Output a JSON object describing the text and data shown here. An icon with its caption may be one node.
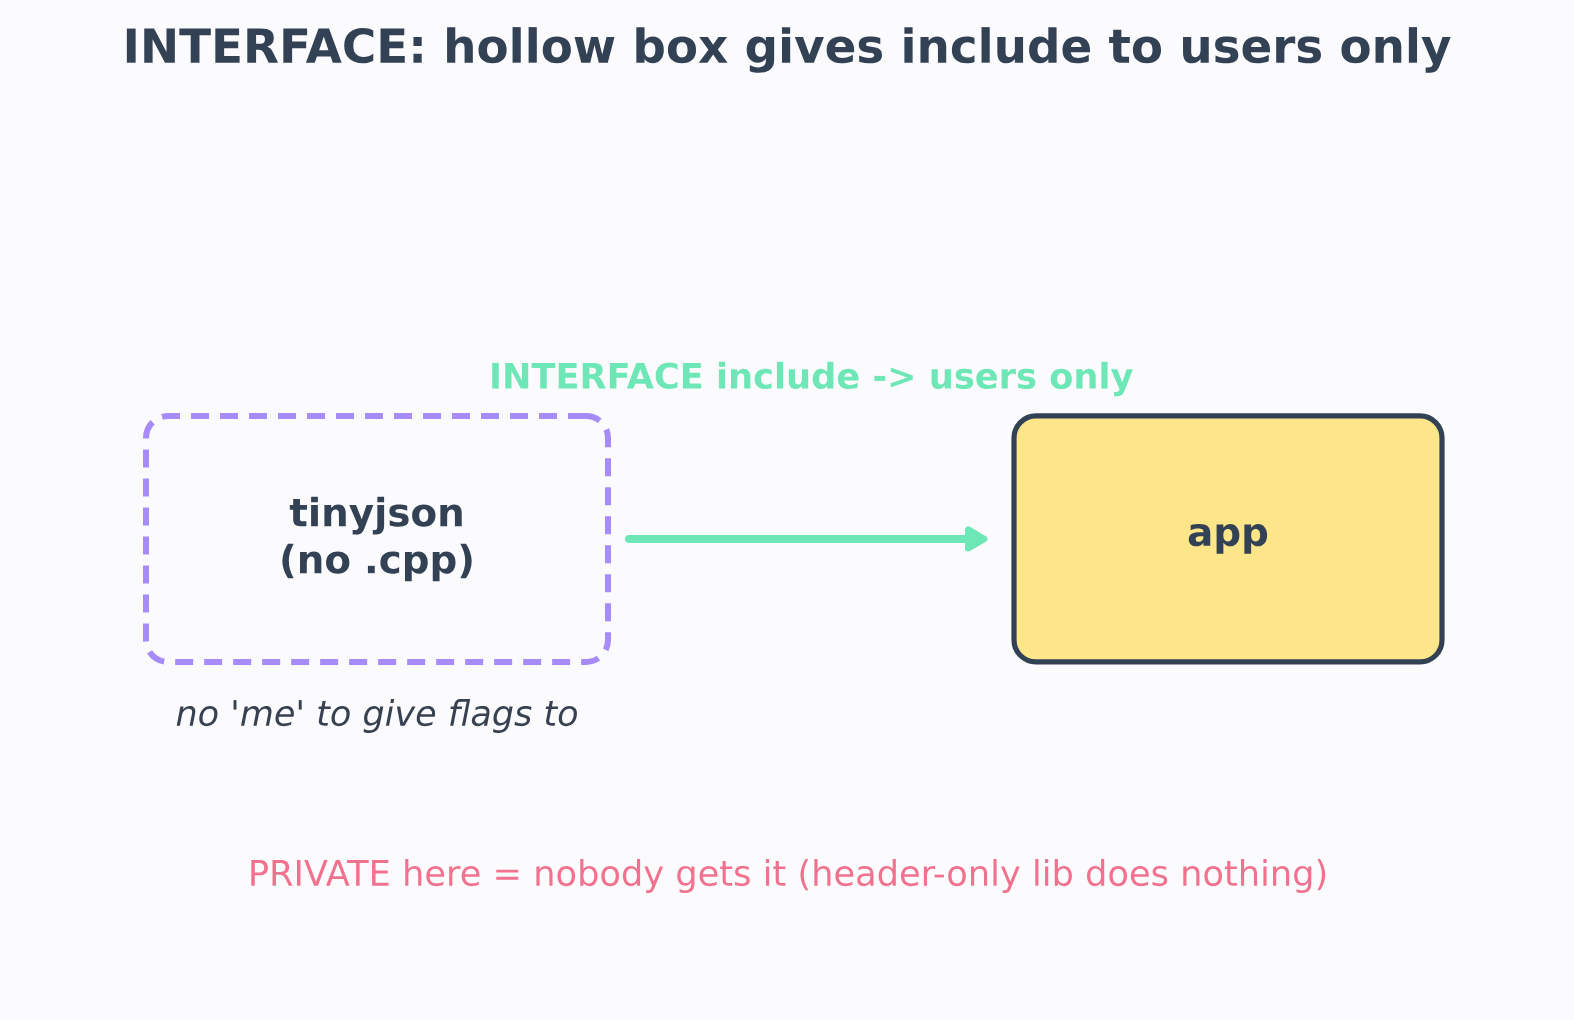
{
  "diagram": {
    "title": "INTERFACE: hollow box gives include to users only",
    "nodes": [
      {
        "text": [
          "tinyjson (no .cpp)"
        ],
        "beside": [
          "no 'me' to give flags to"
        ]
      },
      {
        "text": [
          "app"
        ]
      }
    ],
    "edges": [
      {
        "from": 0,
        "to": 1,
        "arrow": "to",
        "label": "INTERFACE include  ->  users only"
      }
    ],
    "labels": [
      "PRIVATE here = nobody gets it (header-only lib does nothing)"
    ]
  }
}
